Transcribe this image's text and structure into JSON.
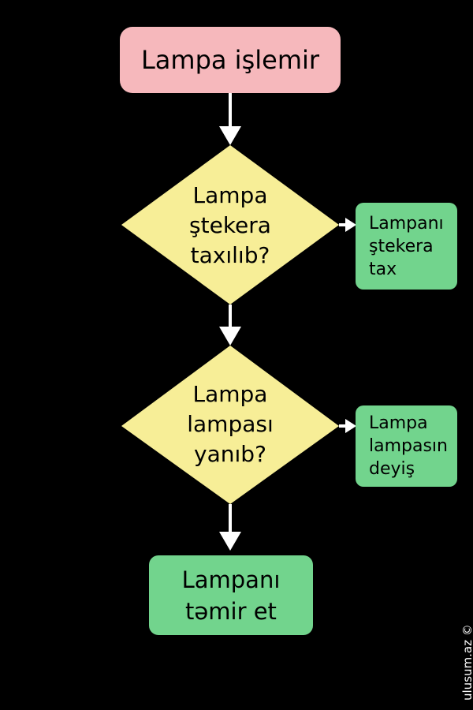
{
  "colors": {
    "background": "#000000",
    "start_fill": "#f6b8bc",
    "decision_fill": "#f7ee97",
    "action_fill": "#72d48d",
    "connector": "#ffffff",
    "text": "#000000"
  },
  "flowchart": {
    "start": {
      "text": "Lampa işlemir"
    },
    "decision_1": {
      "text": "Lampa\nştekera\ntaxılıb?"
    },
    "action_1": {
      "text": "Lampanı\nştekera\ntax"
    },
    "decision_2": {
      "text": "Lampa\nlampası\nyanıb?"
    },
    "action_2": {
      "text": "Lampa\nlampasın\ndeyiş"
    },
    "end": {
      "text": "Lampanı\ntəmir et"
    },
    "watermark": "ulusum.az ©"
  }
}
